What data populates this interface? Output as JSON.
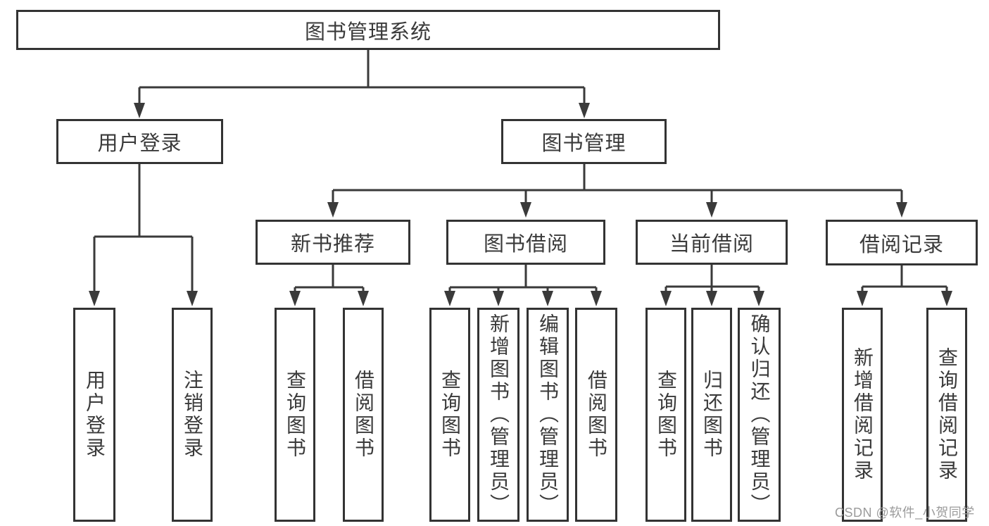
{
  "diagram": {
    "type": "hierarchy-tree",
    "nodes": {
      "root": "图书管理系统",
      "user_login": "用户登录",
      "book_management": "图书管理",
      "new_book_recommend": "新书推荐",
      "book_borrowing": "图书借阅",
      "current_borrowing": "当前借阅",
      "borrowing_records": "借阅记录",
      "leaf_user_login": "用户登录",
      "leaf_logout": "注销登录",
      "leaf_query_books_recommend": "查询图书",
      "leaf_borrow_books_recommend": "借阅图书",
      "leaf_query_books_borrowing": "查询图书",
      "leaf_add_books_admin": "新增图书（管理员）",
      "leaf_edit_books_admin": "编辑图书（管理员）",
      "leaf_borrow_books_borrowing": "借阅图书",
      "leaf_query_books_current": "查询图书",
      "leaf_return_books": "归还图书",
      "leaf_confirm_return_admin": "确认归还（管理员）",
      "leaf_add_borrow_record": "新增借阅记录",
      "leaf_query_borrow_record": "查询借阅记录"
    },
    "hierarchy": {
      "图书管理系统": {
        "用户登录": [
          "用户登录",
          "注销登录"
        ],
        "图书管理": {
          "新书推荐": [
            "查询图书",
            "借阅图书"
          ],
          "图书借阅": [
            "查询图书",
            "新增图书（管理员）",
            "编辑图书（管理员）",
            "借阅图书"
          ],
          "当前借阅": [
            "查询图书",
            "归还图书",
            "确认归还（管理员）"
          ],
          "借阅记录": [
            "新增借阅记录",
            "查询借阅记录"
          ]
        }
      }
    }
  },
  "watermark": "CSDN @软件_小贺同学",
  "colors": {
    "line": "#3a3a3a",
    "border": "#333333",
    "text": "#3a3a3a",
    "background": "#ffffff",
    "watermark": "#9b9b9b"
  }
}
